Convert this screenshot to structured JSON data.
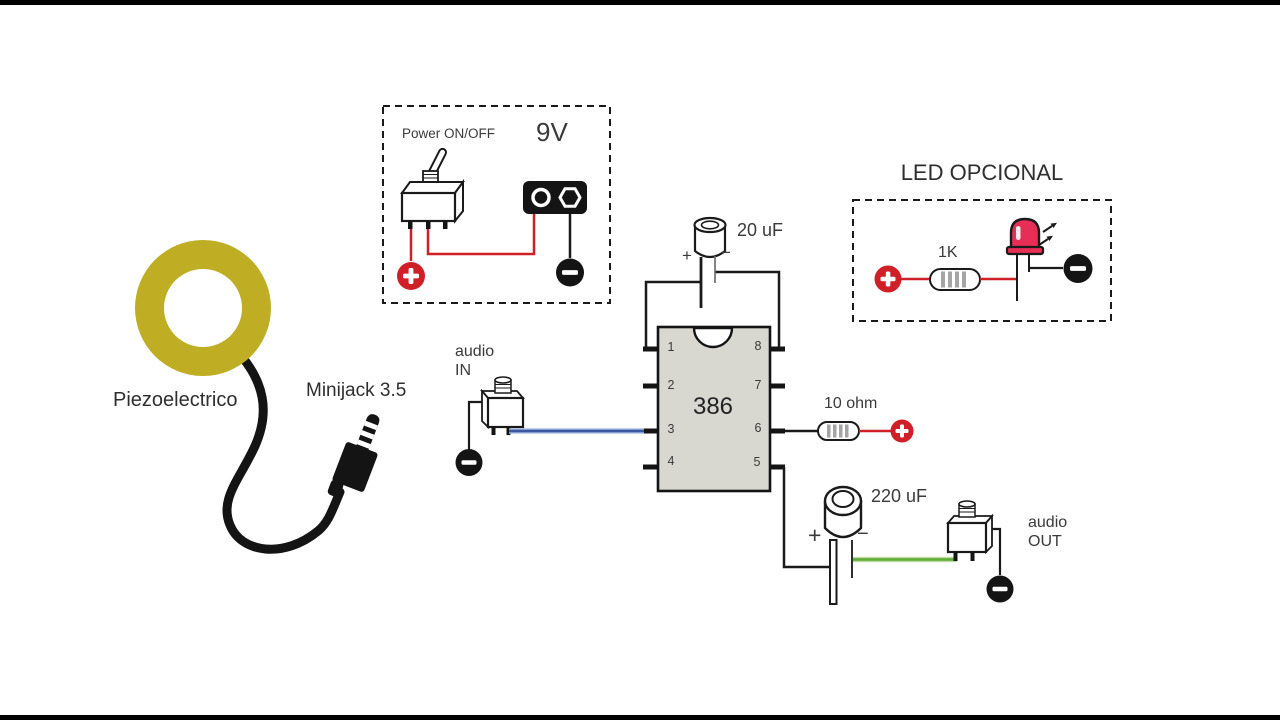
{
  "power_box": {
    "switch_label": "Power ON/OFF",
    "battery_label": "9V"
  },
  "led_box": {
    "title": "LED OPCIONAL",
    "resistor_label": "1K"
  },
  "ic": {
    "part_number": "386",
    "pins_left": [
      "1",
      "2",
      "3",
      "4"
    ],
    "pins_right": [
      "8",
      "7",
      "6",
      "5"
    ]
  },
  "capacitor_input": {
    "label": "20 uF",
    "plus": "+",
    "minus": "−"
  },
  "capacitor_output": {
    "label": "220 uF",
    "plus": "+",
    "minus": "−"
  },
  "resistor_output": {
    "label": "10 ohm"
  },
  "piezo": {
    "label": "Piezoelectrico"
  },
  "minijack": {
    "label": "Minijack 3.5"
  },
  "audio_in": {
    "line1": "audio",
    "line2": "IN"
  },
  "audio_out": {
    "line1": "audio",
    "line2": "OUT"
  },
  "colors": {
    "wire_red": "#cf2027",
    "wire_blue": "#3a57a0",
    "wire_green": "#5fae35",
    "piezo_yellow": "#bfae23",
    "ic_body": "#d8d8d0",
    "led_body": "#e62e56",
    "ink": "#1a1a1a"
  }
}
